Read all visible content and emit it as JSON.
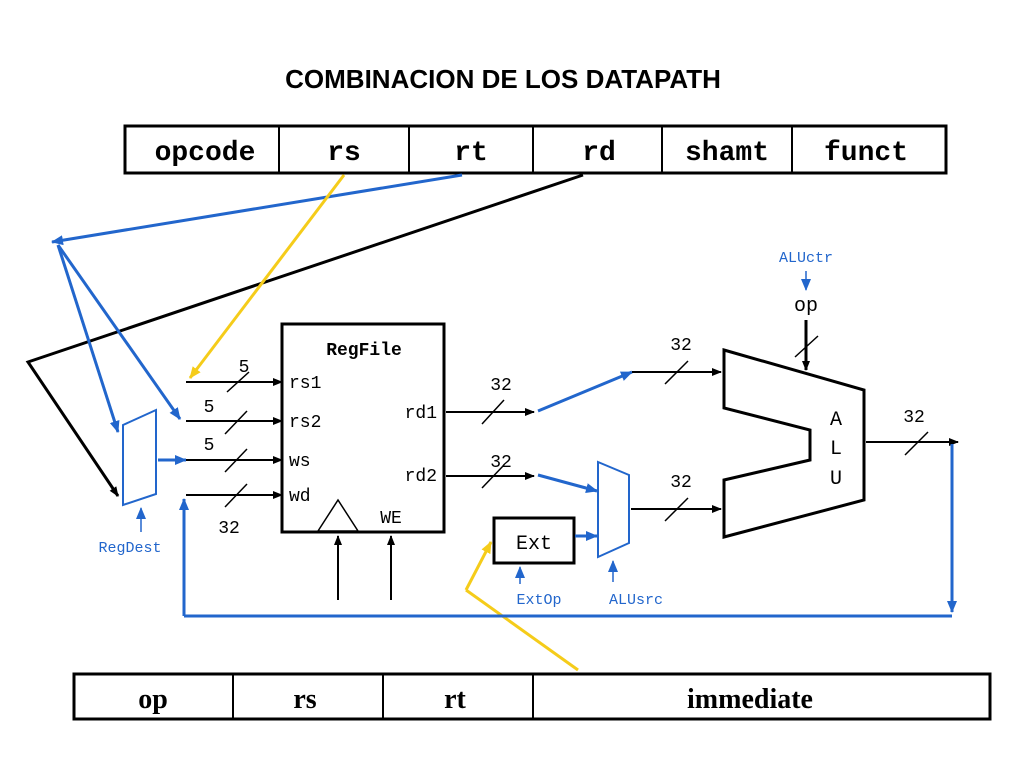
{
  "title": "COMBINACION DE LOS DATAPATH",
  "rformat_fields": [
    "opcode",
    "rs",
    "rt",
    "rd",
    "shamt",
    "funct"
  ],
  "iformat_fields": [
    "op",
    "rs",
    "rt",
    "immediate"
  ],
  "regfile": {
    "name": "RegFile",
    "inputs": [
      "rs1",
      "rs2",
      "ws",
      "wd"
    ],
    "outputs": [
      "rd1",
      "rd2"
    ],
    "we": "WE"
  },
  "alu": {
    "letters": [
      "A",
      "L",
      "U"
    ],
    "op_label": "op",
    "ctrl_label": "ALUctr"
  },
  "ext": {
    "label": "Ext",
    "ctrl_label": "ExtOp"
  },
  "mux_labels": {
    "regdest": "RegDest",
    "alusrc": "ALUsrc"
  },
  "bus_widths": {
    "rs1": "5",
    "rs2": "5",
    "ws": "5",
    "wd": "32",
    "rd1": "32",
    "rd2": "32",
    "alu_a": "32",
    "alu_b": "32",
    "alu_out": "32"
  },
  "colors": {
    "blue": "#2266cc",
    "yellow": "#f5cc1a",
    "black": "#000000"
  }
}
